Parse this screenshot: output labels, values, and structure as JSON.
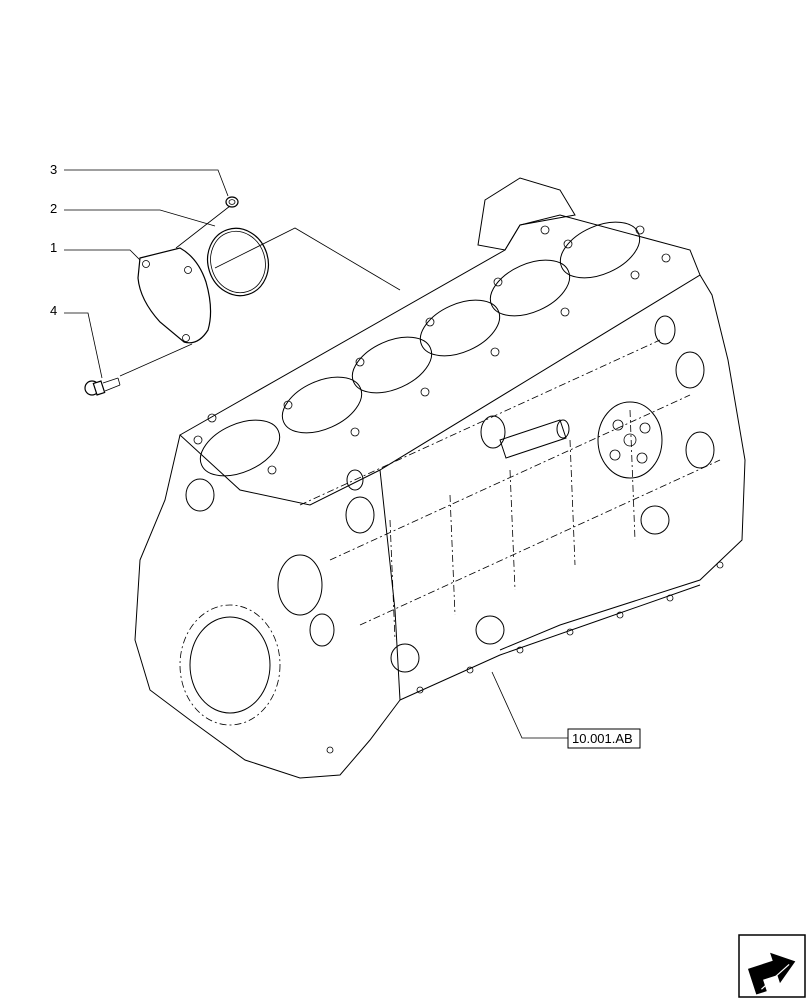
{
  "callouts": [
    {
      "id": "3",
      "label": "3"
    },
    {
      "id": "2",
      "label": "2"
    },
    {
      "id": "1",
      "label": "1"
    },
    {
      "id": "4",
      "label": "4"
    }
  ],
  "reference": {
    "label": "10.001.AB"
  },
  "nav_icon": "page-forward-arrow-icon"
}
